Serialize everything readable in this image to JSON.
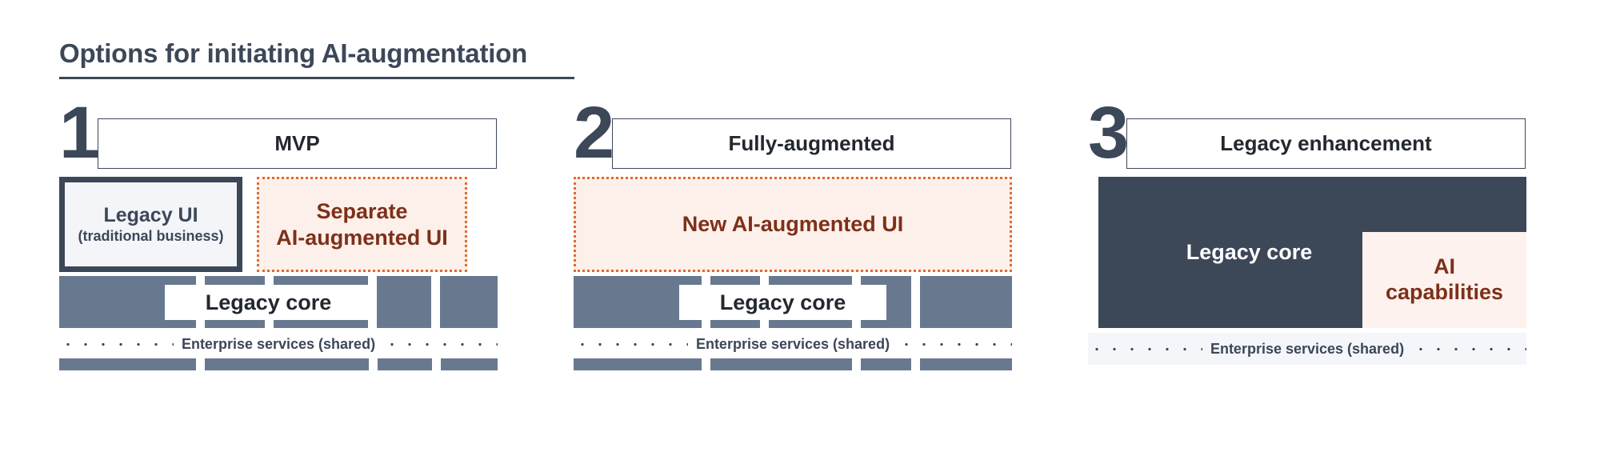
{
  "title": "Options for initiating AI-augmentation",
  "shared": {
    "enterprise_services_label": "Enterprise services (shared)",
    "legacy_core_label": "Legacy core"
  },
  "colors": {
    "navy": "#3c4758",
    "slate": "#68798f",
    "rust": "#7d3019",
    "orange_dotted": "#e2692c",
    "pink_fill": "#fdf0ea",
    "legacy_ui_fill": "#f3f5f9"
  },
  "panels": [
    {
      "number": "1",
      "header": "MVP",
      "legacy_ui_title": "Legacy UI",
      "legacy_ui_sub": "(traditional business)",
      "ai_line1": "Separate",
      "ai_line2": "AI-augmented UI",
      "core_label": "Legacy core",
      "enterprise_label": "Enterprise services (shared)"
    },
    {
      "number": "2",
      "header": "Fully-augmented",
      "ai_line1": "New AI-augmented UI",
      "core_label": "Legacy core",
      "enterprise_label": "Enterprise services (shared)"
    },
    {
      "number": "3",
      "header": "Legacy enhancement",
      "core_label": "Legacy core",
      "ai_cap_line1": "AI",
      "ai_cap_line2": "capabilities",
      "enterprise_label": "Enterprise services (shared)"
    }
  ]
}
